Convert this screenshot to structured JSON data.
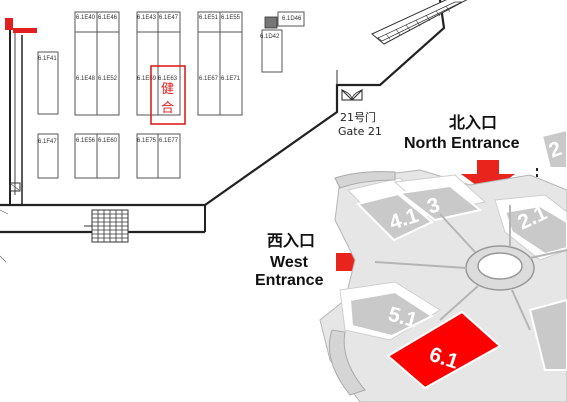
{
  "booths": [
    {
      "id": "b1",
      "label": "6.1E40"
    },
    {
      "id": "b2",
      "label": "6.1E46"
    },
    {
      "id": "b3",
      "label": "6.1E43"
    },
    {
      "id": "b4",
      "label": "6.1E47"
    },
    {
      "id": "b5",
      "label": "6.1E51"
    },
    {
      "id": "b6",
      "label": "6.1E55"
    },
    {
      "id": "b7",
      "label": "6.1D46"
    },
    {
      "id": "b8",
      "label": "6.1D42"
    },
    {
      "id": "b9",
      "label": "6.1F41"
    },
    {
      "id": "b10",
      "label": "6.1E48"
    },
    {
      "id": "b11",
      "label": "6.1E52"
    },
    {
      "id": "b12",
      "label": "6.1E59"
    },
    {
      "id": "b13",
      "label": "6.1E63"
    },
    {
      "id": "b14",
      "label": "6.1E67"
    },
    {
      "id": "b15",
      "label": "6.1E71"
    },
    {
      "id": "b16",
      "label": "6.1F47"
    },
    {
      "id": "b17",
      "label": "6.1E56"
    },
    {
      "id": "b18",
      "label": "6.1E60"
    },
    {
      "id": "b19",
      "label": "6.1E75"
    },
    {
      "id": "b20",
      "label": "6.1E77"
    }
  ],
  "highlight": {
    "line1": "健",
    "line2": "合",
    "color": "#e02020"
  },
  "gate": {
    "cn": "21号门",
    "en": "Gate 21"
  },
  "north_entrance": {
    "cn": "北入口",
    "en": "North Entrance"
  },
  "west_entrance": {
    "cn": "西入口",
    "en1": "West",
    "en2": "Entrance"
  },
  "halls": [
    {
      "id": "h41",
      "label": "4.1"
    },
    {
      "id": "h3",
      "label": "3"
    },
    {
      "id": "h21",
      "label": "2.1"
    },
    {
      "id": "h51",
      "label": "5.1"
    },
    {
      "id": "h61",
      "label": "6.1",
      "color": "#ff0000"
    },
    {
      "id": "h2",
      "label": "2"
    }
  ],
  "colors": {
    "accent": "#e02020",
    "arrow": "#e8241c",
    "hall_gray": "#c9c9c9"
  }
}
